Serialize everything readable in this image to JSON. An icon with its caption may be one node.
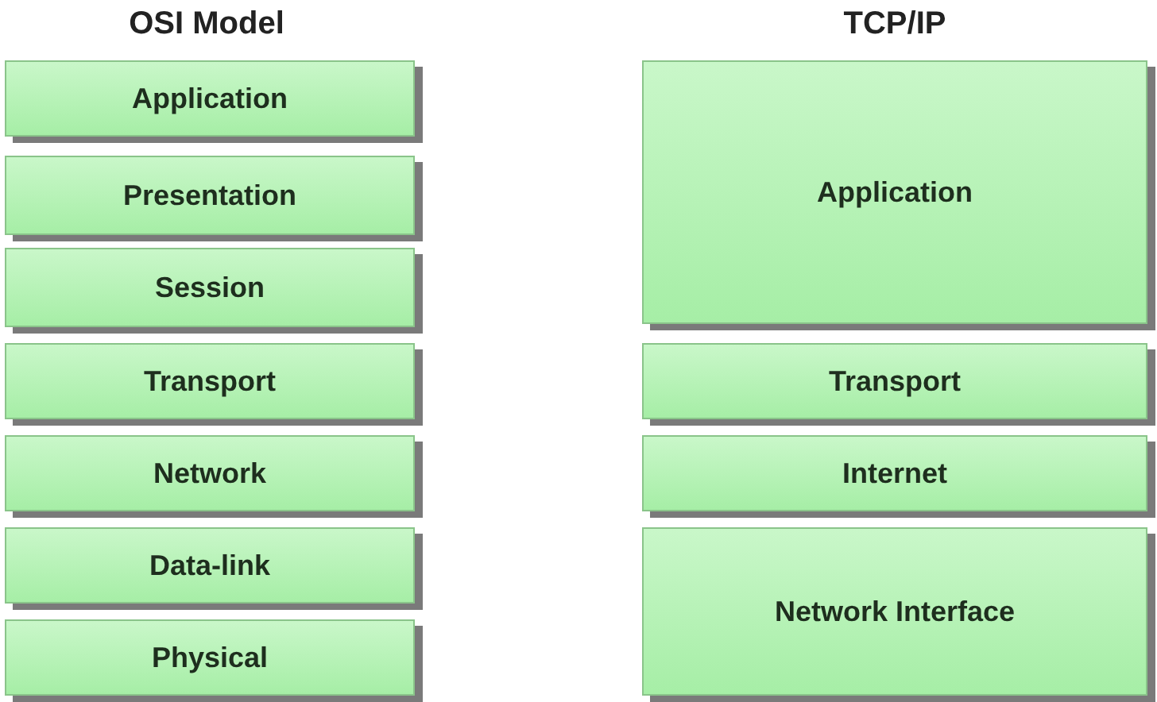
{
  "diagram": {
    "nodes": [
      {
        "text": [
          "Application"
        ]
      },
      {
        "text": [
          "Presentation"
        ]
      },
      {
        "text": [
          "Session"
        ]
      },
      {
        "text": [
          "Transport"
        ]
      },
      {
        "text": [
          "Network"
        ]
      },
      {
        "text": [
          "Data-link"
        ]
      },
      {
        "text": [
          "Physical"
        ]
      },
      {
        "text": [
          "Application"
        ]
      },
      {
        "text": [
          "Transport"
        ]
      },
      {
        "text": [
          "Internet"
        ]
      },
      {
        "text": [
          "Network Interface"
        ]
      }
    ],
    "labels": [
      "OSI Model",
      "TCP/IP"
    ]
  }
}
